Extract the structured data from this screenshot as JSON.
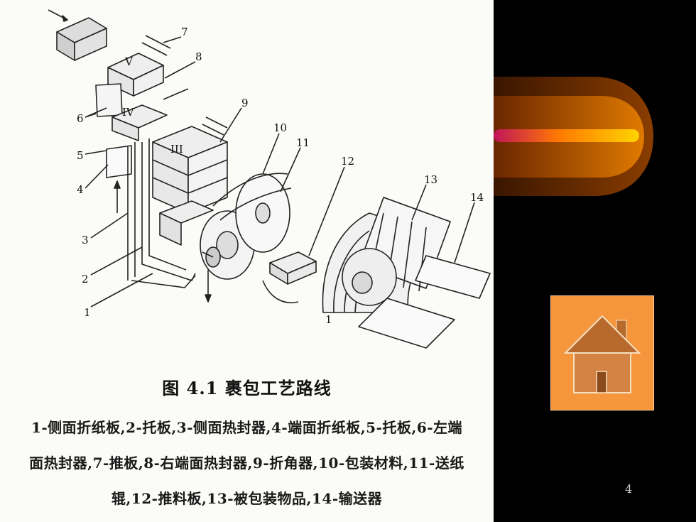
{
  "figure": {
    "title": "图 4.1  裹包工艺路线",
    "legend_lines": [
      "1-侧面折纸板,2-托板,3-侧面热封器,4-端面折纸板,5-托板,6-左端",
      "面热封器,7-推板,8-右端面热封器,9-折角器,10-包装材料,11-送纸",
      "辊,12-推料板,13-被包装物品,14-输送器"
    ],
    "part_numbers": [
      "1",
      "2",
      "3",
      "4",
      "5",
      "6",
      "7",
      "8",
      "9",
      "10",
      "11",
      "12",
      "13",
      "14"
    ],
    "station_marks": [
      "V",
      "IV",
      "III"
    ],
    "bottom_label": "1"
  },
  "slide": {
    "page_number": "4",
    "home_icon": "home-icon"
  },
  "colors": {
    "paper": "#fbfbf7",
    "background": "#000000",
    "button_fill": "#f5963c",
    "house_fill": "#b86a2c",
    "comet_core": "#ffd400",
    "comet_outer": "#7a3600"
  }
}
